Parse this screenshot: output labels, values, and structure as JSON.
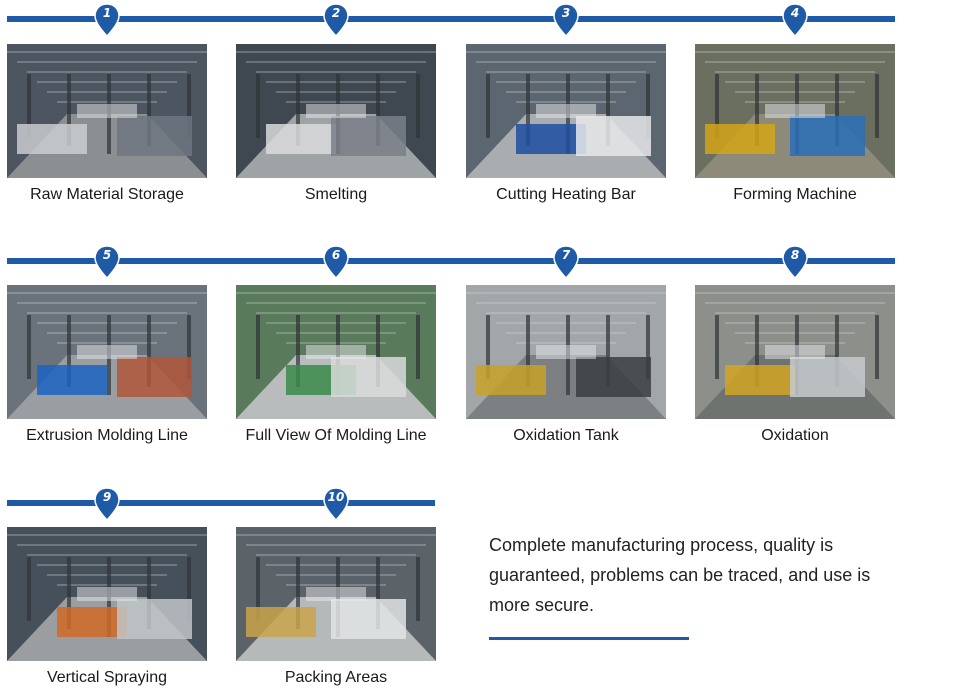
{
  "steps": [
    {
      "number": "1",
      "caption": "Raw Material Storage"
    },
    {
      "number": "2",
      "caption": "Smelting"
    },
    {
      "number": "3",
      "caption": "Cutting Heating Bar"
    },
    {
      "number": "4",
      "caption": "Forming Machine"
    },
    {
      "number": "5",
      "caption": "Extrusion Molding Line"
    },
    {
      "number": "6",
      "caption": "Full View Of Molding Line"
    },
    {
      "number": "7",
      "caption": "Oxidation Tank"
    },
    {
      "number": "8",
      "caption": "Oxidation"
    },
    {
      "number": "9",
      "caption": "Vertical Spraying"
    },
    {
      "number": "10",
      "caption": "Packing Areas"
    }
  ],
  "description": "Complete manufacturing process, quality is guaranteed, problems can be traced, and use is more secure.",
  "colors": {
    "accent": "#1f5aa6"
  }
}
